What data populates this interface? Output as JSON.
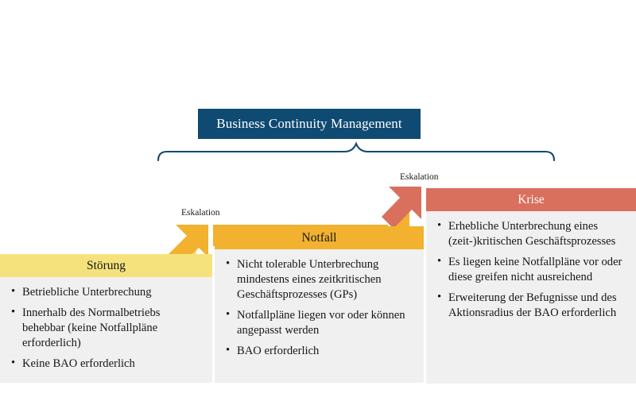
{
  "title": {
    "text": "Business Continuity Management",
    "bg_color": "#0f4a72",
    "text_color": "#ffffff"
  },
  "brace": {
    "name": "scope-brace",
    "color": "#13496e"
  },
  "escalation_labels": [
    {
      "text": "Eskalation"
    },
    {
      "text": "Eskalation"
    }
  ],
  "colors": {
    "navy": "#0f4a72",
    "pale_yellow": "#f5e27d",
    "amber": "#f2b12f",
    "salmon": "#d9705d",
    "panel_gray": "#f0f0f0",
    "body_text": "#161616"
  },
  "columns": [
    {
      "key": "stoerung",
      "header": "Störung",
      "header_bg": "#f5e27d",
      "header_color": "#161616",
      "items": [
        "Betriebliche Unterbrechung",
        "Innerhalb des Normalbetriebs behebbar (keine Notfallpläne erforderlich)",
        "Keine BAO erforderlich"
      ]
    },
    {
      "key": "notfall",
      "header": "Notfall",
      "header_bg": "#f2b12f",
      "header_color": "#161616",
      "items": [
        "Nicht tolerable Unterbrechung mindestens eines zeitkritischen Geschäftsprozesses (GPs)",
        "Notfallpläne liegen vor oder können angepasst werden",
        "BAO erforderlich"
      ]
    },
    {
      "key": "krise",
      "header": "Krise",
      "header_bg": "#d9705d",
      "header_color": "#ffffff",
      "items": [
        "Erhebliche Unterbrechung eines (zeit-)kritischen Geschäftsprozesses",
        "Es liegen keine Notfallpläne vor oder diese greifen nicht ausreichend",
        "Erweiterung der Befugnisse und des Aktionsradius der BAO erforderlich"
      ]
    }
  ]
}
